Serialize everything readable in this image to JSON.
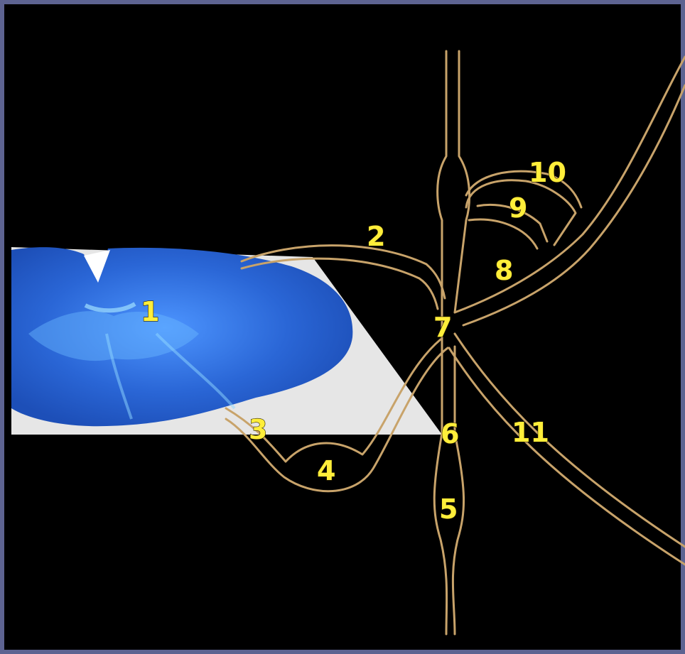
{
  "diagram": {
    "labels": [
      {
        "id": "1",
        "text": "1"
      },
      {
        "id": "2",
        "text": "2"
      },
      {
        "id": "3",
        "text": "3"
      },
      {
        "id": "4",
        "text": "4"
      },
      {
        "id": "5",
        "text": "5"
      },
      {
        "id": "6",
        "text": "6"
      },
      {
        "id": "7",
        "text": "7"
      },
      {
        "id": "8",
        "text": "8"
      },
      {
        "id": "9",
        "text": "9"
      },
      {
        "id": "10",
        "text": "10"
      },
      {
        "id": "11",
        "text": "11"
      }
    ],
    "colors": {
      "frame": "#5d6391",
      "background": "#000000",
      "outline": "#c8a36a",
      "label": "#ffee3a",
      "tissue": "#2f6fd8",
      "plane": "#e9e9e9"
    }
  }
}
